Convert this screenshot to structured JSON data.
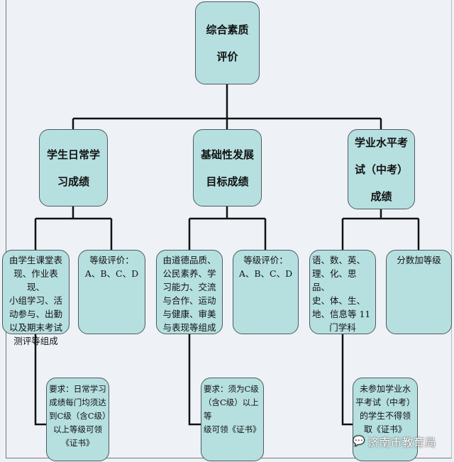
{
  "root": {
    "lines": [
      "综合素质",
      "评价"
    ]
  },
  "level2": [
    {
      "lines": [
        "学生日常学",
        "习成绩"
      ]
    },
    {
      "lines": [
        "基础性发展",
        "目标成绩"
      ]
    },
    {
      "lines": [
        "学业水平考",
        "试（中考）",
        "成绩"
      ]
    }
  ],
  "level3": [
    {
      "lines": [
        "由学生课堂表",
        "现、作业表现、",
        "小组学习、活",
        "动参与、出勤",
        "以及期末考试",
        "测评等组成"
      ]
    },
    {
      "lines": [
        "等级评价：",
        "A、B、C、D"
      ]
    },
    {
      "lines": [
        "由道德品质、",
        "公民素养、学",
        "习能力、交流",
        "与合作、运动",
        "与健康、审美",
        "与表现等组成"
      ]
    },
    {
      "lines": [
        "等级评价：",
        "A、B、C、D"
      ]
    },
    {
      "lines": [
        "语、数、英、",
        "理、化、思品、",
        "史、体、生、",
        "地、信息等 11",
        "门学科"
      ]
    },
    {
      "lines": [
        "分数加等级"
      ]
    }
  ],
  "level4": [
    {
      "lines": [
        "要求：日常学习",
        "成绩每门均须达",
        "到C级（含C级）",
        "以上等级可领",
        "《证书》"
      ]
    },
    {
      "lines": [
        "要求：须为C级",
        "（含C级）以上等",
        "级可领《证书》"
      ]
    },
    {
      "lines": [
        "未参加学业水",
        "平考试（中考）",
        "的学生不得领",
        "取《证书》"
      ]
    }
  ],
  "watermark": {
    "text": "济南市教育局",
    "icon": "wechat-icon"
  }
}
